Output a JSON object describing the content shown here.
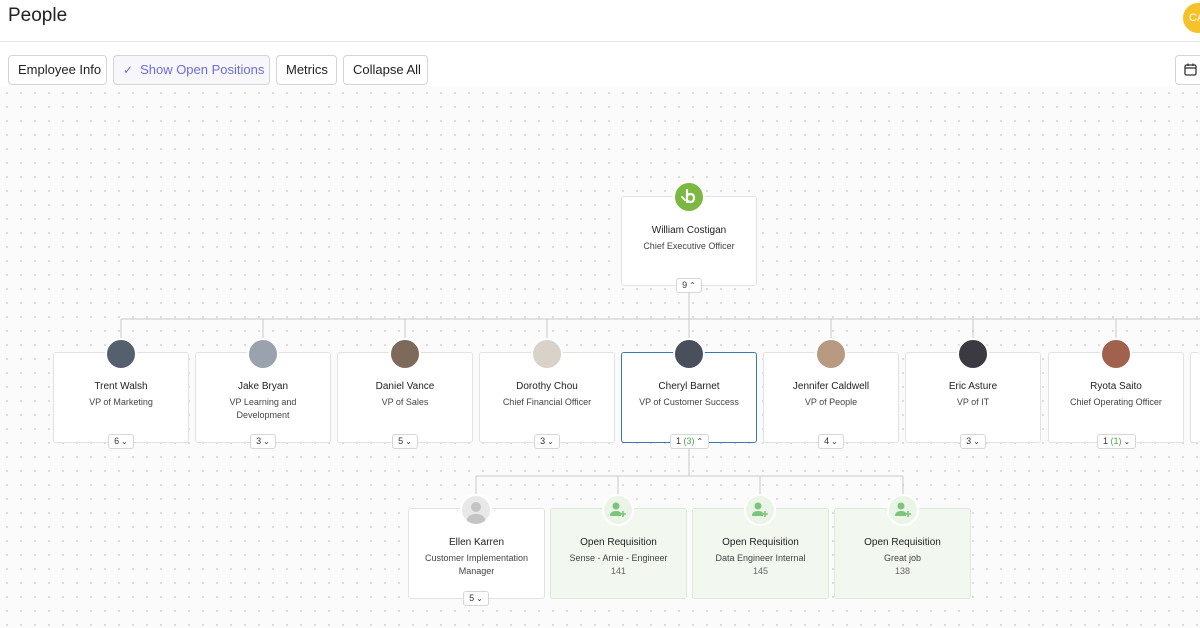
{
  "header": {
    "title": "People",
    "user_initials": "CA",
    "user_color": "#f6c22b"
  },
  "toolbar": {
    "employee_info": "Employee Info",
    "show_open_positions": "Show Open Positions",
    "metrics": "Metrics",
    "collapse_all": "Collapse All"
  },
  "colors": {
    "accent": "#6c6ce0",
    "selected_border": "#3c78b4",
    "brand_green": "#7bb841",
    "open_green": "#4da64d"
  },
  "ceo": {
    "name": "William Costigan",
    "title": "Chief Executive Officer",
    "count": "9"
  },
  "vps": [
    {
      "name": "Trent Walsh",
      "title": "VP of Marketing",
      "count": "6"
    },
    {
      "name": "Jake Bryan",
      "title": "VP Learning and Development",
      "count": "3"
    },
    {
      "name": "Daniel Vance",
      "title": "VP of Sales",
      "count": "5"
    },
    {
      "name": "Dorothy Chou",
      "title": "Chief Financial Officer",
      "count": "3"
    },
    {
      "name": "Cheryl Barnet",
      "title": "VP of Customer Success",
      "count": "1",
      "open": "(3)"
    },
    {
      "name": "Jennifer Caldwell",
      "title": "VP of People",
      "count": "4"
    },
    {
      "name": "Eric Asture",
      "title": "VP of IT",
      "count": "3"
    },
    {
      "name": "Ryota Saito",
      "title": "Chief Operating Officer",
      "count": "1",
      "open": "(1)"
    }
  ],
  "reports": [
    {
      "name": "Ellen Karren",
      "title": "Customer Implementation Manager",
      "count": "5"
    }
  ],
  "open_positions": [
    {
      "name": "Open Requisition",
      "title": "Sense - Arnie - Engineer",
      "number": "141"
    },
    {
      "name": "Open Requisition",
      "title": "Data Engineer Internal",
      "number": "145"
    },
    {
      "name": "Open Requisition",
      "title": "Great job",
      "number": "138"
    }
  ]
}
